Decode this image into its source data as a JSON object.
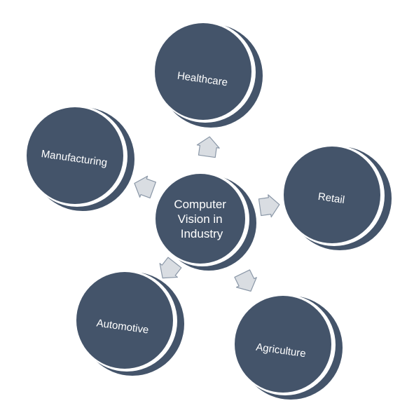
{
  "diagram": {
    "center": {
      "lines": [
        "Computer",
        "Vision in",
        "Industry"
      ]
    },
    "nodes": [
      {
        "id": "healthcare",
        "label": "Healthcare"
      },
      {
        "id": "retail",
        "label": "Retail"
      },
      {
        "id": "agriculture",
        "label": "Agriculture"
      },
      {
        "id": "automotive",
        "label": "Automotive"
      },
      {
        "id": "manufacturing",
        "label": "Manufacturing"
      }
    ],
    "colors": {
      "fill": "#44546a",
      "ring": "#ffffff",
      "arrow_fill": "#d9dde2",
      "arrow_stroke": "#8a97a7"
    }
  }
}
